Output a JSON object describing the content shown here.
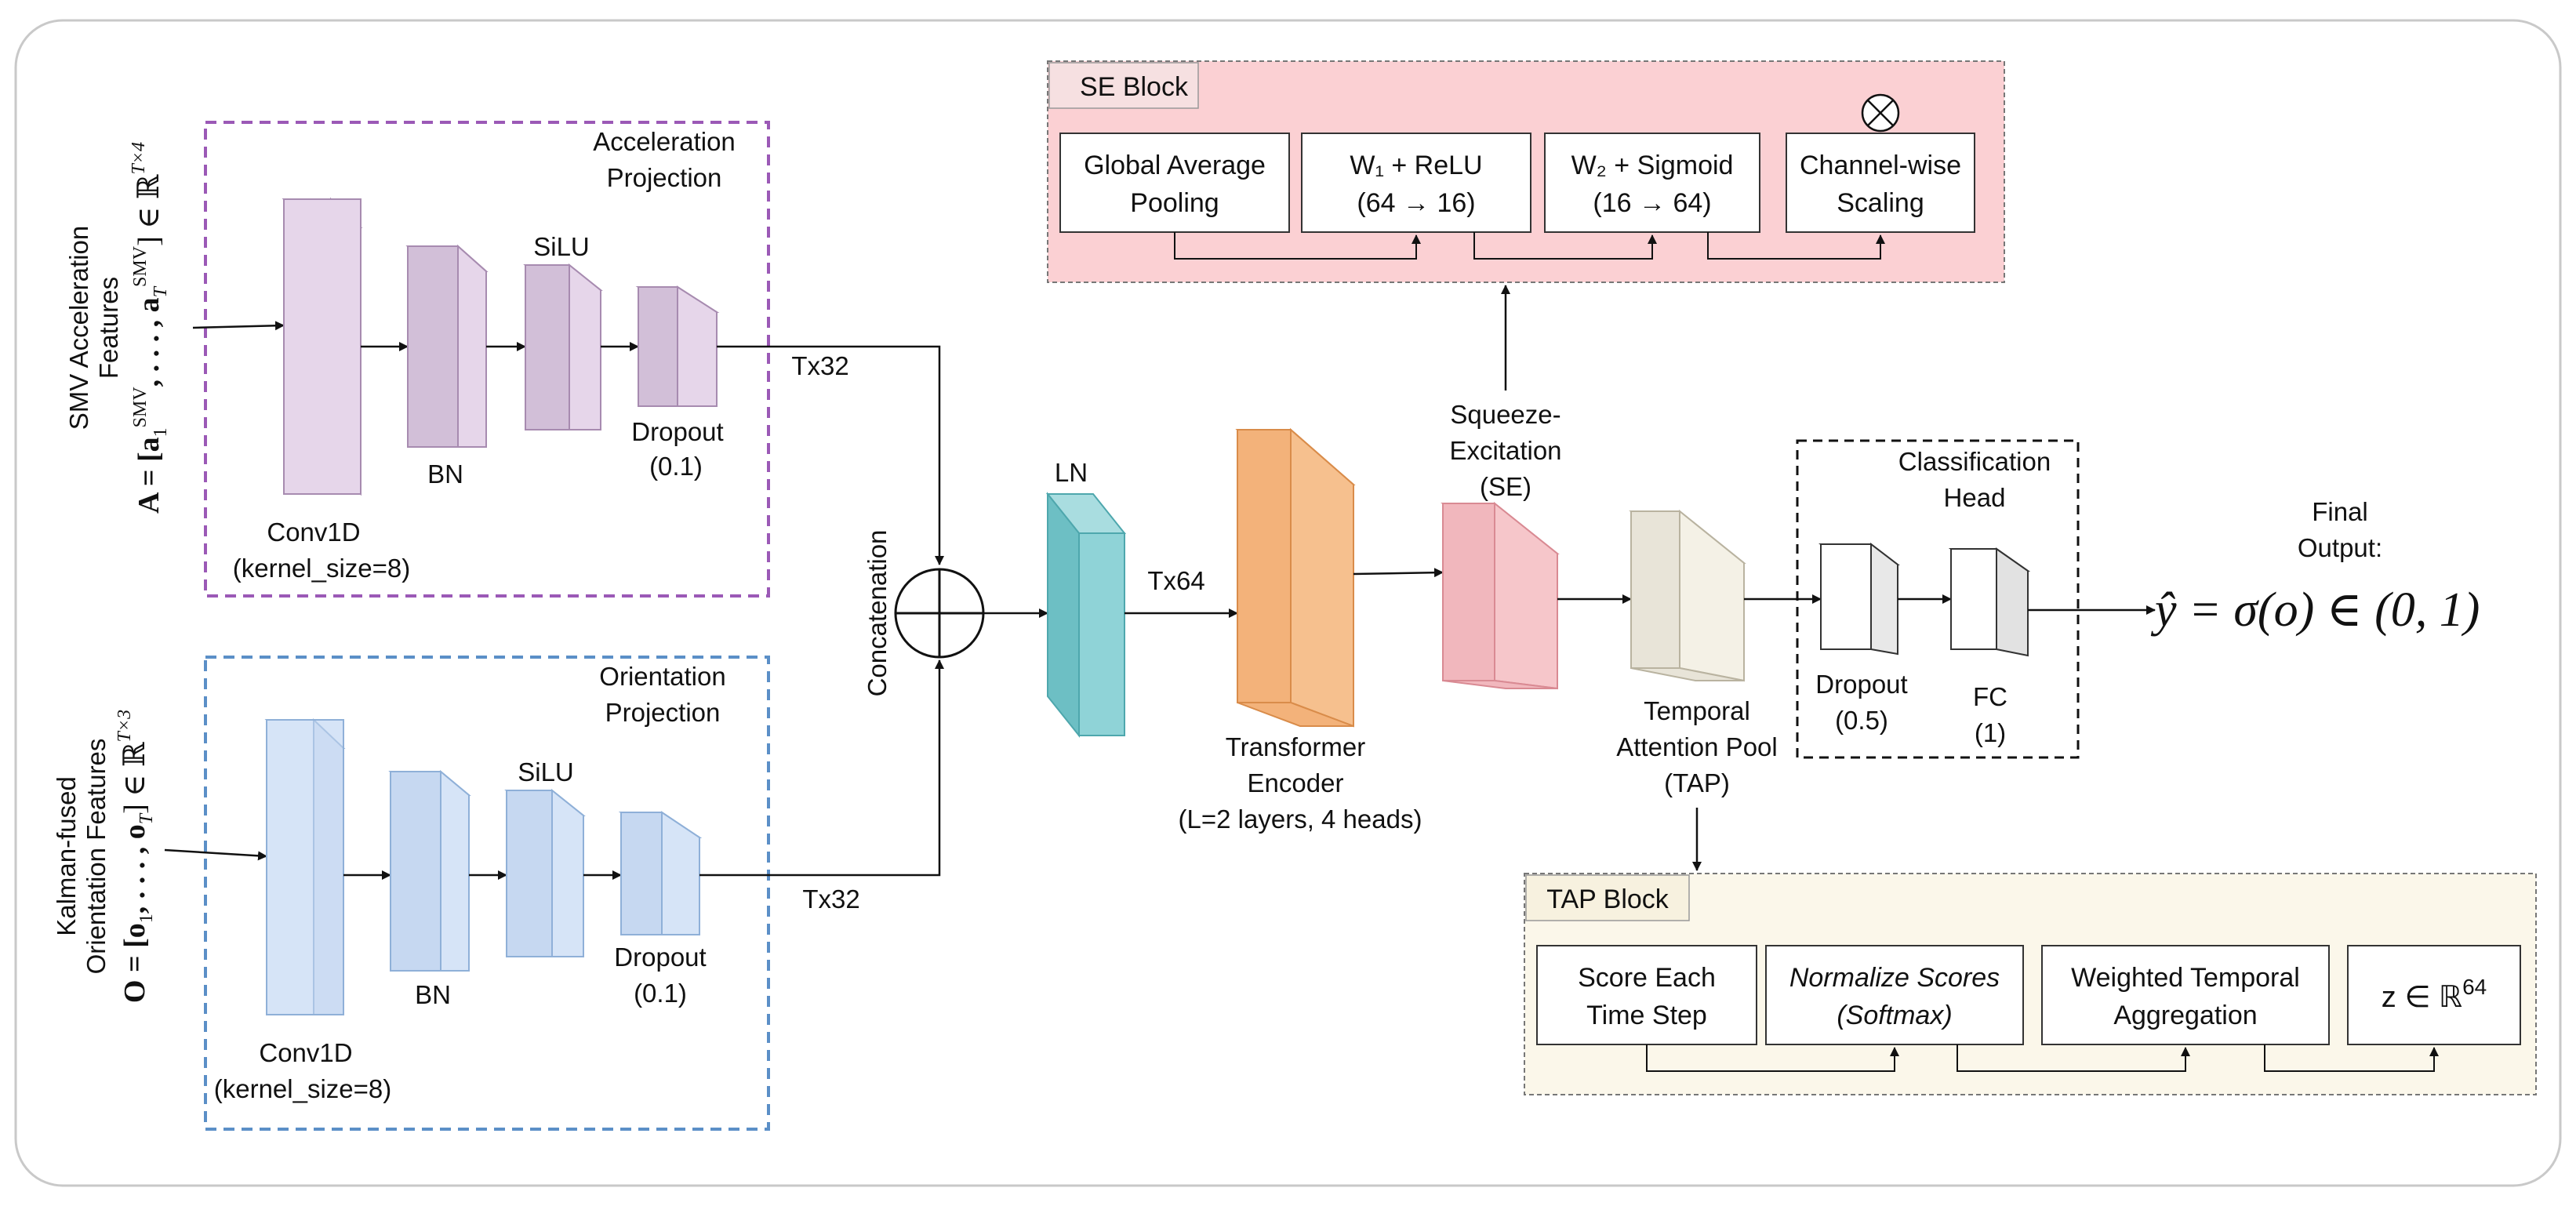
{
  "inputs": {
    "accel": {
      "title_line1": "SMV Acceleration",
      "title_line2": "Features",
      "formula_prefix": "A = [a",
      "formula_sub1": "1",
      "formula_sup1": "SMV",
      "formula_mid": ", . . . , a",
      "formula_subT": "T",
      "formula_supT": "SMV",
      "formula_end": "] ∈ ℝ",
      "formula_dim": "T×4"
    },
    "orient": {
      "title_line1": "Kalman-fused",
      "title_line2": "Orientation Features",
      "formula_prefix": "O = [o",
      "formula_sub1": "1",
      "formula_mid": ", . . . , o",
      "formula_subT": "T",
      "formula_end": "] ∈ ℝ",
      "formula_dim": "T×3"
    }
  },
  "accel_projection": {
    "title_line1": "Acceleration",
    "title_line2": "Projection",
    "conv_label": "Conv1D",
    "conv_param": "(kernel_size=8)",
    "bn_label": "BN",
    "silu_label": "SiLU",
    "dropout_label": "Dropout",
    "dropout_param": "(0.1)",
    "output_shape": "Tx32"
  },
  "orient_projection": {
    "title_line1": "Orientation",
    "title_line2": "Projection",
    "conv_label": "Conv1D",
    "conv_param": "(kernel_size=8)",
    "bn_label": "BN",
    "silu_label": "SiLU",
    "dropout_label": "Dropout",
    "dropout_param": "(0.1)",
    "output_shape": "Tx32"
  },
  "fusion": {
    "concat_label": "Concatenation",
    "ln_label": "LN",
    "ln_output_shape": "Tx64",
    "transformer_line1": "Transformer",
    "transformer_line2": "Encoder",
    "transformer_param": "(L=2 layers, 4 heads)",
    "se_line1": "Squeeze-",
    "se_line2": "Excitation",
    "se_line3": "(SE)",
    "tap_line1": "Temporal",
    "tap_line2": "Attention Pool",
    "tap_line3": "(TAP)"
  },
  "se_block": {
    "title": "SE Block",
    "steps": [
      {
        "line1": "Global Average",
        "line2": "Pooling"
      },
      {
        "line1": "W₁ + ReLU",
        "line2": "(64 → 16)"
      },
      {
        "line1": "W₂ + Sigmoid",
        "line2": "(16 → 64)"
      },
      {
        "line1": "Channel-wise",
        "line2": "Scaling"
      }
    ],
    "scale_symbol": "⊗"
  },
  "classification_head": {
    "title_line1": "Classification",
    "title_line2": "Head",
    "dropout_label": "Dropout",
    "dropout_param": "(0.5)",
    "fc_label": "FC",
    "fc_param": "(1)"
  },
  "output": {
    "label_line1": "Final",
    "label_line2": "Output:",
    "formula": "ŷ = σ(o) ∈ (0, 1)"
  },
  "tap_block": {
    "title": "TAP Block",
    "steps": [
      {
        "line1": "Score Each",
        "line2": "Time Step"
      },
      {
        "line1": "Normalize Scores",
        "line2": "(Softmax)"
      },
      {
        "line1": "Weighted Temporal",
        "line2": "Aggregation"
      },
      {
        "line1": "z ∈ ℝ",
        "line2": "64"
      }
    ]
  },
  "colors": {
    "accel_block": "#e6d6ea",
    "accel_border": "#9b59b6",
    "orient_block": "#d6e4f7",
    "orient_border": "#5b8fc7",
    "ln_block": "#7ecbcf",
    "transformer_block": "#f6c08e",
    "se_block": "#f6c6ca",
    "tap_block": "#f4f1e6",
    "se_panel": "#fbd0d3",
    "tap_panel": "#fbf7ea"
  }
}
